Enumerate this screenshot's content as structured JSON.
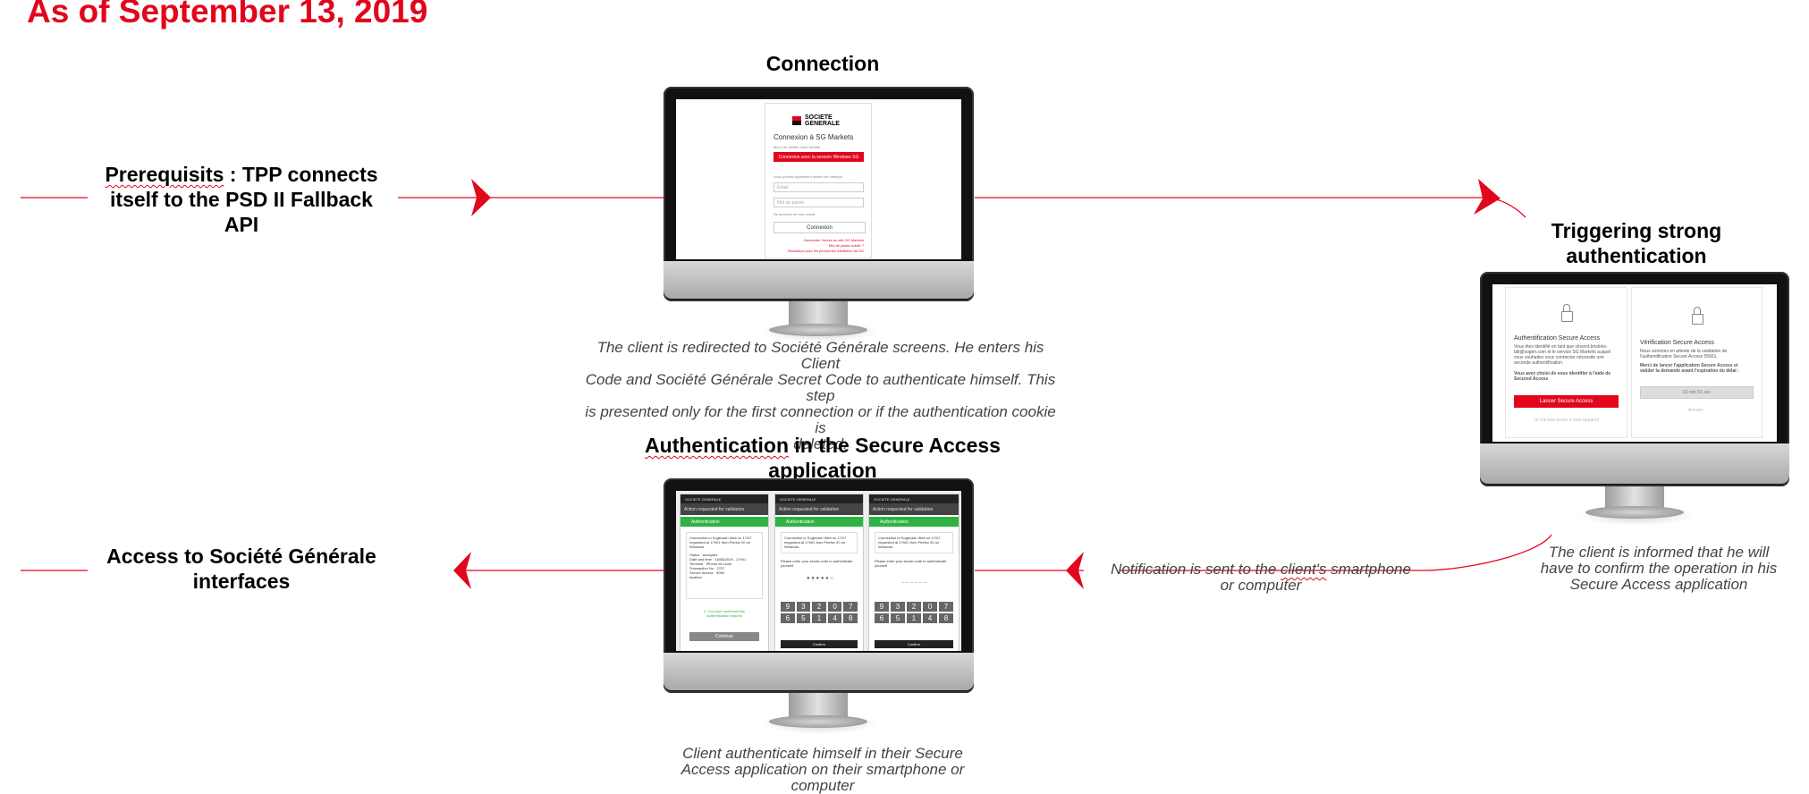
{
  "title": "As of September 13, 2019",
  "colors": {
    "accent": "#e2061c",
    "success": "#2eb342"
  },
  "steps": {
    "prerequisite": {
      "word": "Prerequisits",
      "rest_line1": " : TPP connects",
      "rest_line2": "itself to the PSD II Fallback",
      "rest_line3": "API"
    },
    "connection": {
      "heading": "Connection",
      "description_lines": [
        "The client is redirected to Société Générale screens. He enters his Client",
        "Code and Société Générale Secret Code to authenticate himself. This step",
        "is presented only for the first connection or if the authentication cookie is",
        "deleted."
      ]
    },
    "triggering": {
      "heading_line1": "Triggering strong",
      "heading_line2": "authentication",
      "description_lines": [
        "The client is informed that he will",
        "have to confirm the operation in his",
        "Secure Access application"
      ]
    },
    "notification": {
      "pre": "Notification is sent to the ",
      "word": "client's",
      "post": " smartphone",
      "line2": "or computer"
    },
    "authentication": {
      "heading_word": "Authentication",
      "heading_rest": " in the Secure Access",
      "heading_line2": "application",
      "description_lines": [
        "Client authenticate himself in their Secure",
        "Access application on their smartphone or",
        "computer"
      ]
    },
    "access": {
      "heading_line1": "Access to Société Générale",
      "heading_line2": "interfaces"
    }
  },
  "screen_connection": {
    "logo_line1": "SOCIETE",
    "logo_line2": "GENERALE",
    "title": "Connexion à SG Markets",
    "hint": "Merci de vérifier votre identité",
    "windows_button": "Connexion avec la session Windows SG",
    "alt_hint": "Vous pouvez également utiliser les champs",
    "email_placeholder": "Email",
    "password_placeholder": "Mot de passe",
    "remember": "Se souvenir de mon email",
    "connect_button": "Connexion",
    "links": [
      "Demander l'accès au site SG Markets",
      "Mot de passe oublié ?",
      "Résolution pour les personnes habilitées via SG"
    ]
  },
  "screen_phones": {
    "brand": "SOCIETE GENERALE",
    "action_label": "Action requested for validation",
    "auth_label": "Authentication",
    "request_text": "Connection to Sogecash Web on 17/07 requested at 17h01 from Firefox 20 on Windows.",
    "details": [
      [
        "Status",
        "Accepted"
      ],
      [
        "Date and time",
        "16/08/2019 - 17h01"
      ],
      [
        "Terminal",
        "iPhone de Lucie"
      ],
      [
        "Transaction No",
        "2707"
      ],
      [
        "Secure Access",
        "5060"
      ],
      [
        "location",
        ""
      ]
    ],
    "confirmed_text": "You have confirmed the authentication request",
    "continue_label": "Continue",
    "secret_prompt": "Please enter your secret code to authenticate yourself",
    "pin_dots": "● ● ● ● ● ○",
    "pin_dashes": "_ _ _ _ _ _",
    "keys": [
      "9",
      "3",
      "2",
      "0",
      "7",
      "6",
      "5",
      "1",
      "4",
      "8"
    ],
    "confirm_label": "Confirm"
  },
  "screen_trigger": {
    "left_title": "Authentification Secure Access",
    "left_text": "Vous êtes identifié en tant que vincent.brisbois-tall@sogen.com et le service SG Markets auquel vous souhaitez vous connecter nécessite une seconde authentification.",
    "left_bold": "Vous avez choisi de vous identifier à l'aide de Secured Access",
    "left_button": "Lancer Secure Access",
    "left_link": "Je n'ai pas accès à mon appareil",
    "right_title": "Vérification Secure Access",
    "right_text": "Nous sommes en attente de la validation de l'authentification Secure Access 55661.",
    "right_bold": "Merci de lancer l'application Secure Access et valider la demande avant l'expiration du délai :",
    "right_timer": "01 min 51 sec",
    "right_link": "Annuler"
  }
}
